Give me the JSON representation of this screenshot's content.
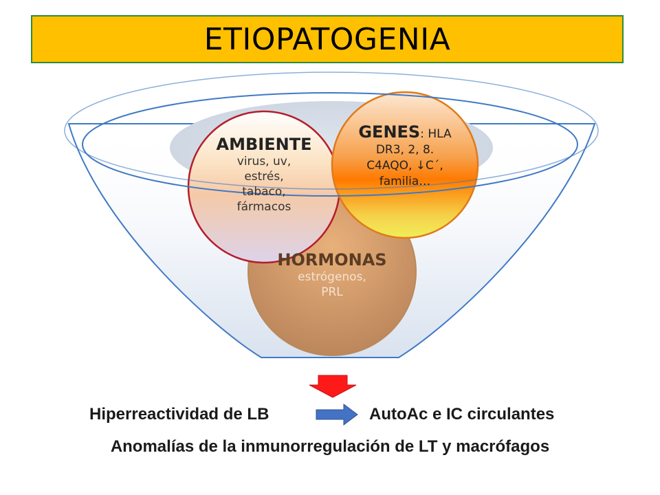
{
  "title": "ETIOPATOGENIA",
  "bubbles": {
    "ambiente": {
      "heading": "AMBIENTE",
      "lines": [
        "virus, uv,",
        "estrés,",
        "tabaco,",
        "fármacos"
      ]
    },
    "genes": {
      "heading": "GENES",
      "lines": [
        ": HLA",
        "DR3, 2, 8.",
        "C4AQO, ↓C´,",
        "familia…"
      ]
    },
    "hormonas": {
      "heading": "HORMONAS",
      "lines": [
        "estrógenos,",
        "PRL"
      ]
    }
  },
  "outcomes": {
    "left": "Hiperreactividad de LB",
    "right": "AutoAc e IC circulantes",
    "bottom": "Anomalías de la inmunorregulación de LT y macrófagos"
  },
  "colors": {
    "title_bg": "#FFC000",
    "title_border": "#2E8B3A",
    "funnel_stroke": "#3F79C4",
    "down_arrow": "#FF1A1A",
    "right_arrow": "#4472C4"
  }
}
